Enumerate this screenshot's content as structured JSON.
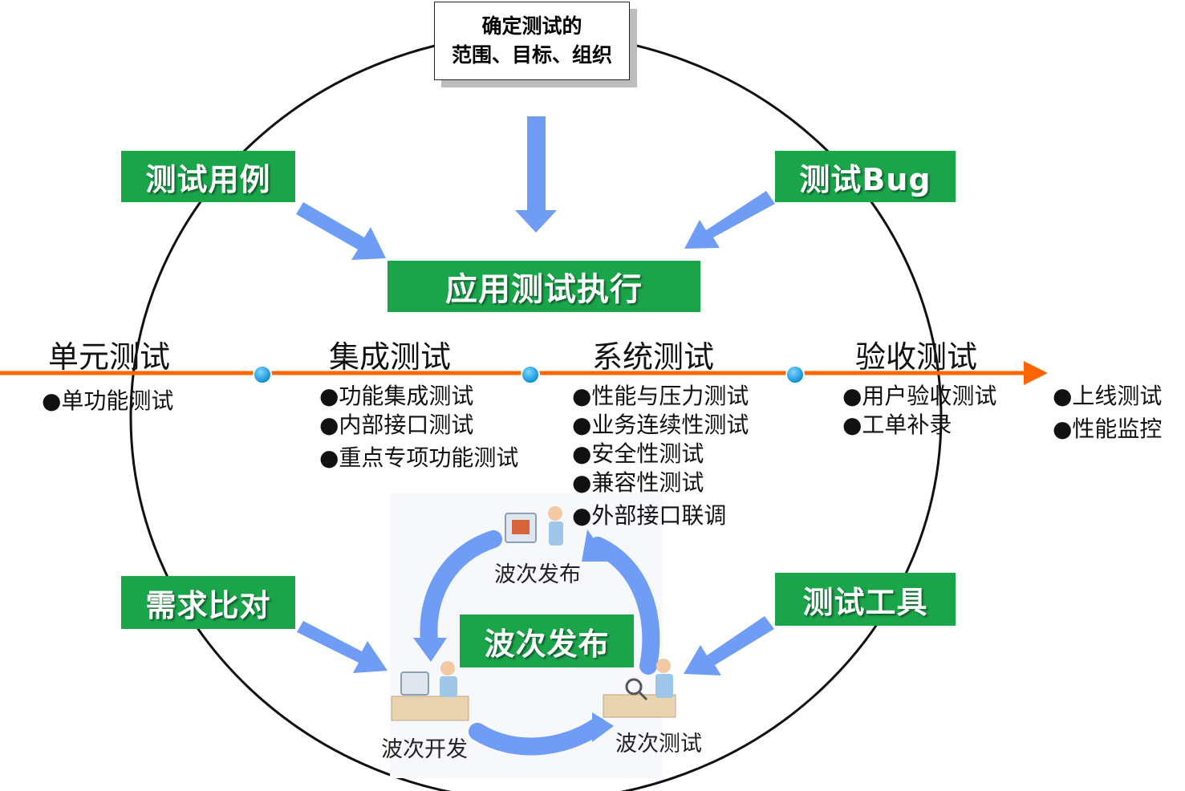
{
  "top_box": {
    "line1": "确定测试的",
    "line2": "范围、目标、组织"
  },
  "center_box": "应用测试执行",
  "corner_boxes": {
    "top_left": "测试用例",
    "top_right": "测试Bug",
    "bottom_left": "需求比对",
    "bottom_right": "测试工具"
  },
  "phases": [
    {
      "title": "单元测试",
      "items": [
        "●单功能测试"
      ]
    },
    {
      "title": "集成测试",
      "items": [
        "●功能集成测试",
        "●内部接口测试",
        "●重点专项功能测试"
      ]
    },
    {
      "title": "系统测试",
      "items": [
        "●性能与压力测试",
        "●业务连续性测试",
        "●安全性测试",
        "●兼容性测试",
        "●外部接口联调"
      ]
    },
    {
      "title": "验收测试",
      "items": [
        "●用户验收测试",
        "●工单补录"
      ]
    }
  ],
  "after_timeline": [
    "●上线测试",
    "●性能监控"
  ],
  "cycle": {
    "center_label": "波次发布",
    "top_label": "波次发布",
    "left_label": "波次开发",
    "right_label": "波次测试"
  },
  "colors": {
    "green": "#1aa54b",
    "arrow_blue": "#6f9cf5",
    "timeline_orange": "#ff6600",
    "node_blue": "#1aa3e8"
  }
}
